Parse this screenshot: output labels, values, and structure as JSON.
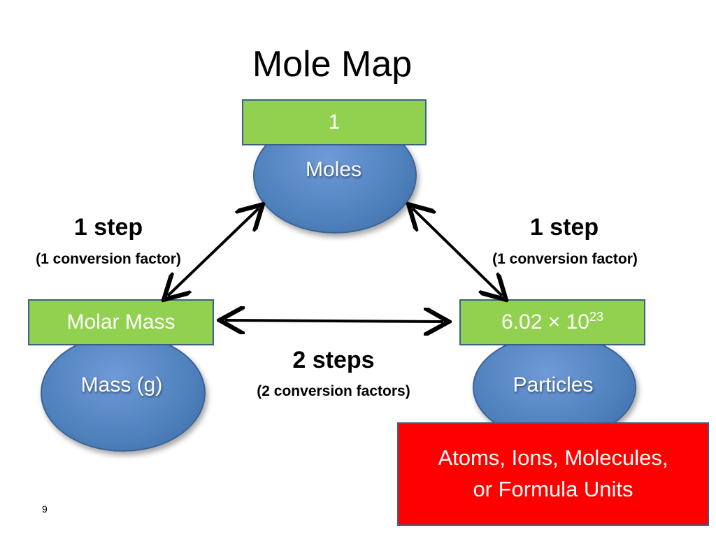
{
  "title": "Mole Map",
  "nodes": {
    "moles": {
      "label": "Moles",
      "factor": "1"
    },
    "mass": {
      "label": "Mass (g)",
      "factor": "Molar Mass"
    },
    "particles": {
      "label": "Particles",
      "factor_base": "6.02 × 10",
      "factor_exp": "23"
    }
  },
  "edges": {
    "left": {
      "main": "1 step",
      "sub": "(1 conversion factor)"
    },
    "right": {
      "main": "1 step",
      "sub": "(1 conversion factor)"
    },
    "bottom": {
      "main": "2 steps",
      "sub": "(2 conversion factors)"
    }
  },
  "particle_types": {
    "line1": "Atoms, Ions, Molecules,",
    "line2": "or Formula Units"
  },
  "page_number": "9"
}
